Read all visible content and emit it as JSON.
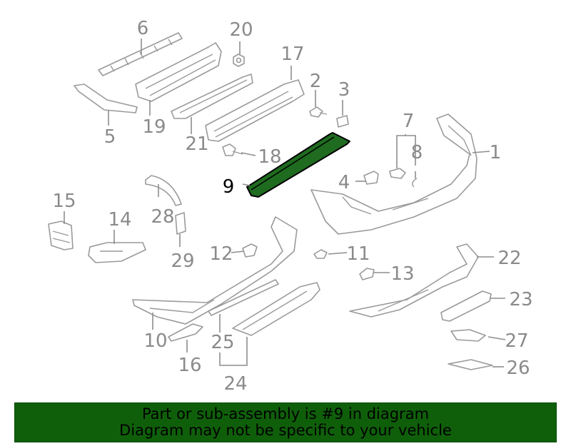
{
  "callouts": {
    "c1": "1",
    "c2": "2",
    "c3": "3",
    "c4": "4",
    "c5": "5",
    "c6": "6",
    "c7": "7",
    "c8": "8",
    "c9": "9",
    "c10": "10",
    "c11": "11",
    "c12": "12",
    "c13": "13",
    "c14": "14",
    "c15": "15",
    "c16": "16",
    "c17": "17",
    "c18": "18",
    "c19": "19",
    "c20": "20",
    "c21": "21",
    "c22": "22",
    "c23": "23",
    "c24": "24",
    "c25": "25",
    "c26": "26",
    "c27": "27",
    "c28": "28",
    "c29": "29"
  },
  "highlight": {
    "part": "9",
    "fill": "#1f6b1f"
  },
  "banner": {
    "line1": "Part or sub-assembly is #9 in diagram",
    "line2": "Diagram may not be specific to your vehicle",
    "background": "#0f5f0a"
  }
}
